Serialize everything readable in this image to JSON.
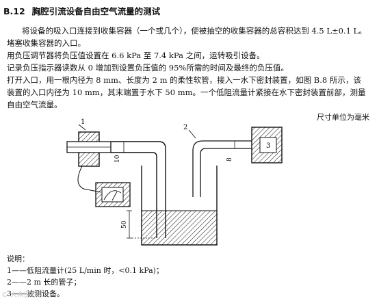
{
  "section": {
    "number": "B.12",
    "title": "胸腔引流设备自由空气流量的测试"
  },
  "paragraphs": [
    "将设备的吸入口连接到收集容器（一个或几个），使被抽空的收集容器的总容积达到 4.5 L±0.1 L。",
    "堵塞收集容器的入口。",
    "用负压调节器将负压值设置在 6.6 kPa 至 7.4 kPa 之间，运转吸引设备。",
    "记录负压指示器读数从 0 增加到设置负压值的 95%所需的时间及最终的负压值。",
    "打开入口，用一根内径为 8 mm、长度为 2 m 的柔性软管，接入一水下密封装置，如图 B.8 所示，该",
    "装置的入口内径为 10 mm，其末端置于水下 50 mm。一个低阻流量计紧接在水下密封装置前部，测量",
    "自由空气流量。"
  ],
  "unit_note": "尺寸单位为毫米",
  "diagram": {
    "labels": {
      "flowmeter": "1",
      "hose": "2",
      "device": "3",
      "dim_inlet": "10",
      "dim_hose": "8",
      "dim_depth": "50"
    }
  },
  "legend": {
    "title": "说明：",
    "items": [
      "1——低阻流量计(25 L/min 时，<0.1 kPa)；",
      "2——2 m 长的管子；",
      "3——被测设备。"
    ]
  },
  "watermark": "© 大众医疗"
}
